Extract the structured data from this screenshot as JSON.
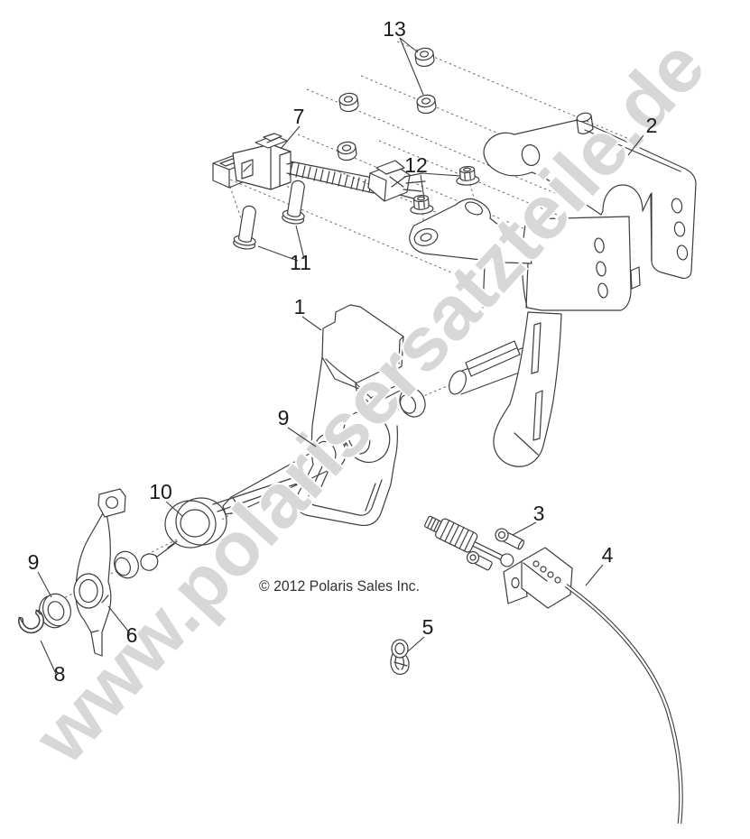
{
  "diagram": {
    "watermark": "www.polarisersatzteile.de",
    "copyright": "© 2012 Polaris Sales Inc.",
    "background_color": "#ffffff",
    "line_color": "#3d3d3d",
    "watermark_color": "#d7d7d7"
  },
  "callouts": [
    {
      "label": "13"
    },
    {
      "label": "7"
    },
    {
      "label": "2"
    },
    {
      "label": "12"
    },
    {
      "label": "11"
    },
    {
      "label": "1"
    },
    {
      "label": "9"
    },
    {
      "label": "10"
    },
    {
      "label": "3"
    },
    {
      "label": "4"
    },
    {
      "label": "9"
    },
    {
      "label": "5"
    },
    {
      "label": "6"
    },
    {
      "label": "8"
    }
  ]
}
